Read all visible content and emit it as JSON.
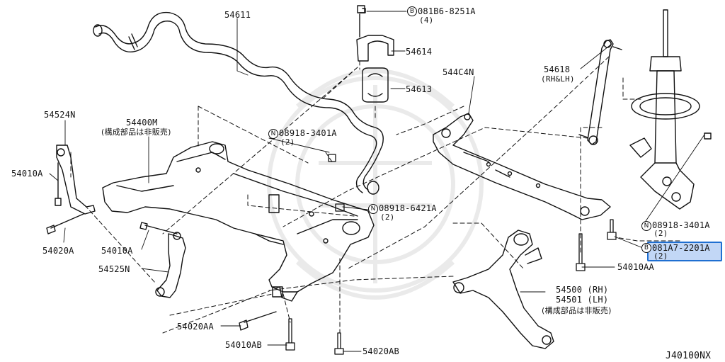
{
  "diagram_id": "J40100NX",
  "highlighted_part": "081A7-2201A",
  "labels": {
    "p54611": "54611",
    "p081B6": "081B6-8251A",
    "p081B6_qty": "(4)",
    "p54614": "54614",
    "p54613": "54613",
    "p544C4N": "544C4N",
    "p54618": "54618",
    "p54618_side": "(RH&LH)",
    "p54524N": "54524N",
    "p54400M": "54400M",
    "p54400M_note": "(構成部品は非販売)",
    "n08918_3401A_a": "08918-3401A",
    "n08918_3401A_a_qty": "(2)",
    "p54010A_a": "54010A",
    "n08918_6421A": "08918-6421A",
    "n08918_6421A_qty": "(2)",
    "p54020A": "54020A",
    "p54010A_b": "54010A",
    "p54525N": "54525N",
    "n08918_3401A_b": "08918-3401A",
    "n08918_3401A_b_qty": "(2)",
    "p081A7": "081A7-2201A",
    "p081A7_qty": "(2)",
    "p54010AA": "54010AA",
    "p54500": "54500 (RH)",
    "p54501": "54501 (LH)",
    "p54500_note": "(構成部品は非販売)",
    "p54020AA": "54020AA",
    "p54010AB": "54010AB",
    "p54020AB": "54020AB"
  },
  "symbols": {
    "bolt": "B",
    "nut": "N"
  },
  "colors": {
    "line": "#111111",
    "highlight_border": "#1f6fd1",
    "highlight_fill": "#508ce6"
  }
}
